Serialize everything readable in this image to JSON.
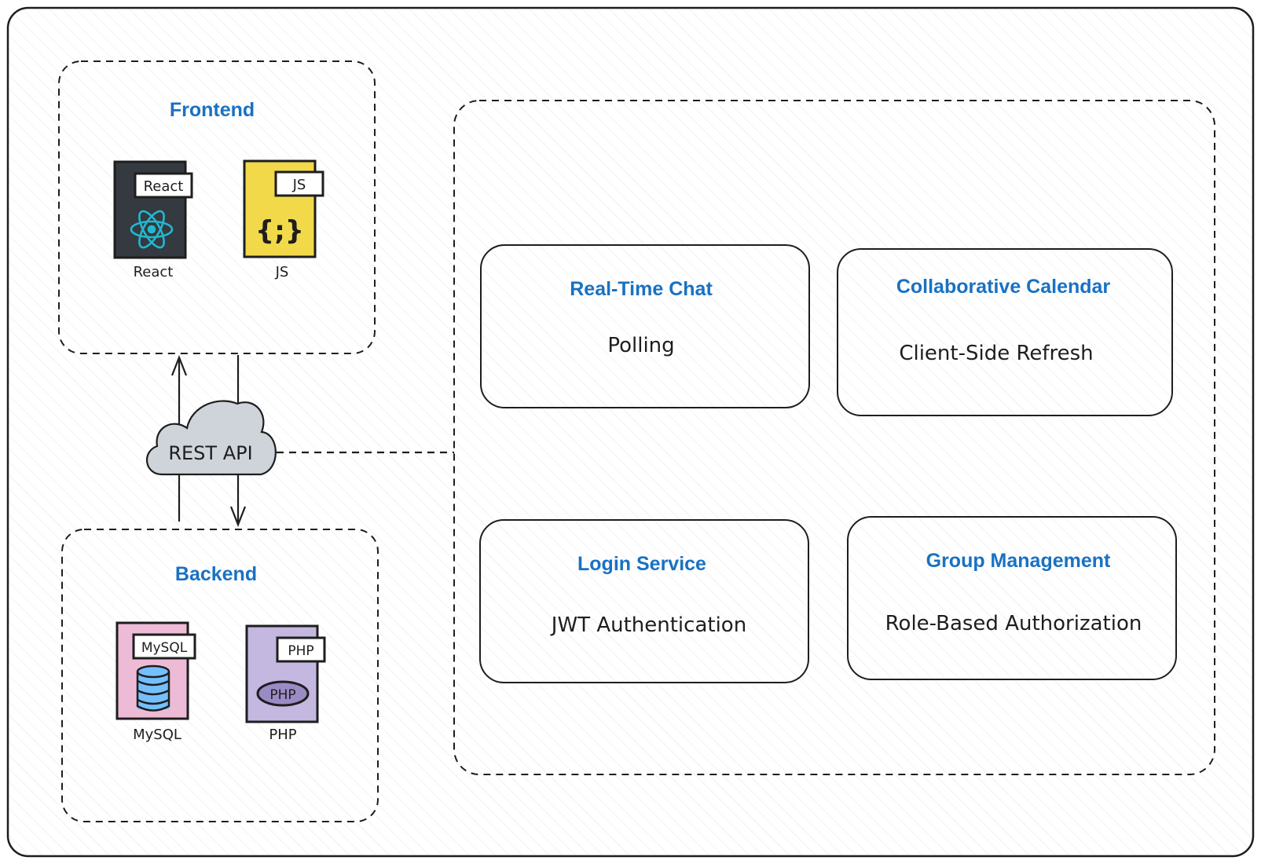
{
  "frontend": {
    "title": "Frontend",
    "items": [
      {
        "tag": "React",
        "caption": "React",
        "icon": "react-atom-icon",
        "color": "#343a40"
      },
      {
        "tag": "JS",
        "caption": "JS",
        "icon": "js-braces-icon",
        "color": "#f2d94a"
      }
    ]
  },
  "backend": {
    "title": "Backend",
    "items": [
      {
        "tag": "MySQL",
        "caption": "MySQL",
        "icon": "database-icon",
        "color": "#eebbd6"
      },
      {
        "tag": "PHP",
        "caption": "PHP",
        "icon": "php-logo-icon",
        "icon_text": "PHP",
        "color": "#c4b7e0"
      }
    ]
  },
  "api": {
    "label": "REST API",
    "color": "#ced4da"
  },
  "services": [
    {
      "title": "Real-Time Chat",
      "detail": "Polling"
    },
    {
      "title": "Collaborative Calendar",
      "detail": "Client-Side Refresh"
    },
    {
      "title": "Login Service",
      "detail": "JWT Authentication"
    },
    {
      "title": "Group Management",
      "detail": "Role-Based Authorization"
    }
  ],
  "colors": {
    "title": "#1971c2",
    "stroke": "#1e1e1e",
    "hatch": "#e9ecef"
  }
}
